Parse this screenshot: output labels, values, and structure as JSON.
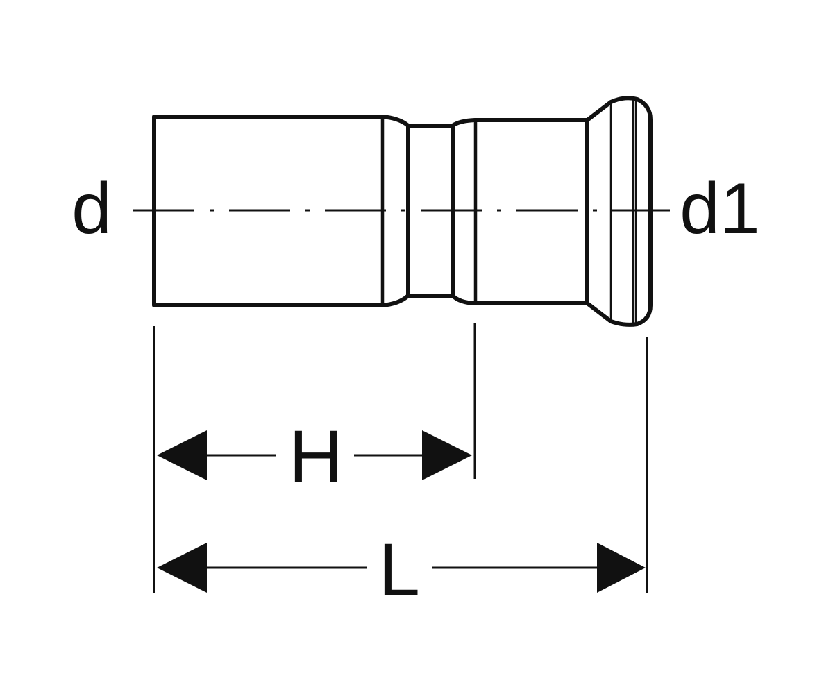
{
  "diagram": {
    "labels": {
      "d": "d",
      "d1": "d1",
      "H": "H",
      "L": "L"
    },
    "colors": {
      "line": "#111111",
      "background": "#ffffff"
    }
  }
}
